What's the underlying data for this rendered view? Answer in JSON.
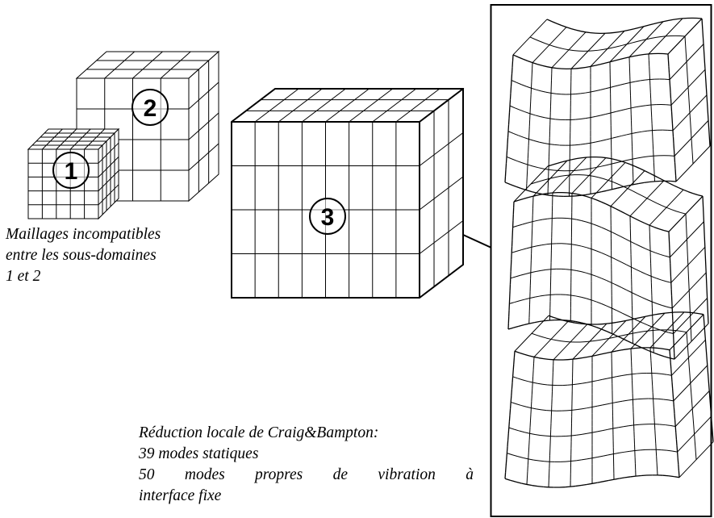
{
  "labels": {
    "subdomain_1": "1",
    "subdomain_2": "2",
    "subdomain_3": "3"
  },
  "caption_meshes": {
    "line1": "Maillages incompatibles",
    "line2": "entre les sous-domaines",
    "line3": "1 et 2"
  },
  "caption_reduction": {
    "line1": "Réduction locale de Craig&Bampton:",
    "line2": "39 modes statiques",
    "line3": "50 modes propres de vibration à",
    "line4": "interface fixe"
  },
  "colors": {
    "stroke": "#000000",
    "fill": "#ffffff"
  }
}
